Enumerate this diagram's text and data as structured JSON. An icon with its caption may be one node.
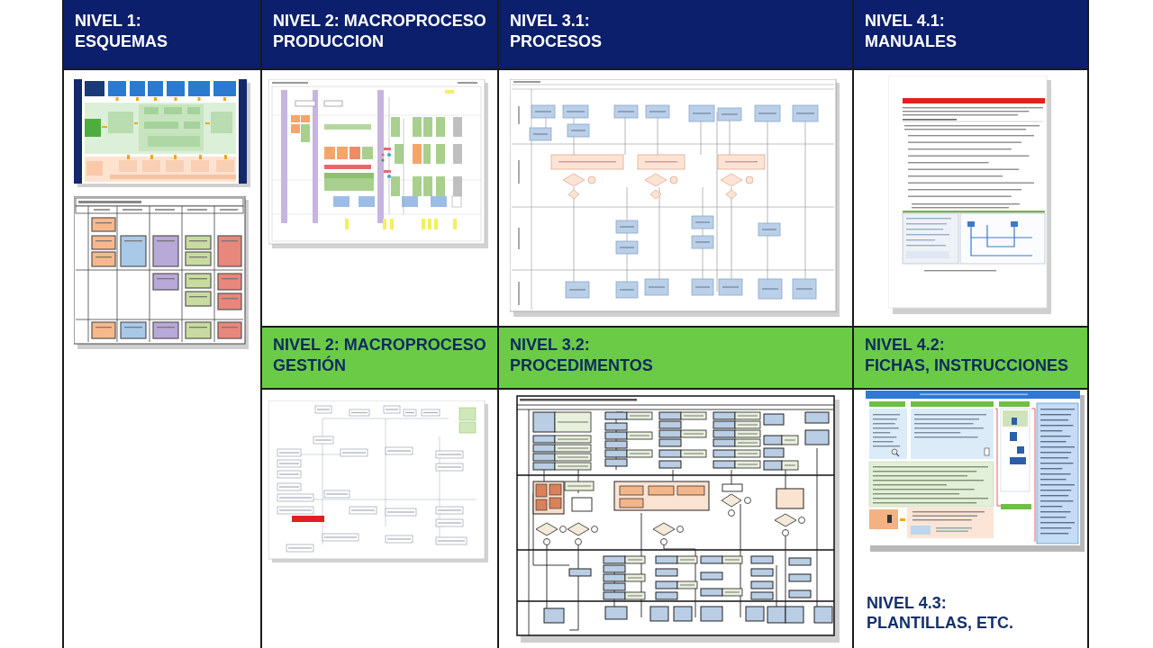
{
  "diagram": {
    "nodes": [
      {
        "text": [
          "NIVEL 1: ESQUEMAS"
        ]
      },
      {
        "text": [
          "NIVEL 2: MACROPROCESO PRODUCCION"
        ]
      },
      {
        "text": [
          "NIVEL 3.1: PROCESOS"
        ]
      },
      {
        "text": [
          "NIVEL 4.1: MANUALES"
        ]
      },
      {
        "text": [
          "NIVEL 2: MACROPROCESO GESTIÓN"
        ]
      },
      {
        "text": [
          "NIVEL 3.2: PROCEDIMENTOS"
        ]
      },
      {
        "text": [
          "NIVEL 4.2: FICHAS, INSTRUCCIONES"
        ]
      }
    ],
    "labels": [
      "NIVEL 4.3: PLANTILLAS, ETC."
    ]
  }
}
